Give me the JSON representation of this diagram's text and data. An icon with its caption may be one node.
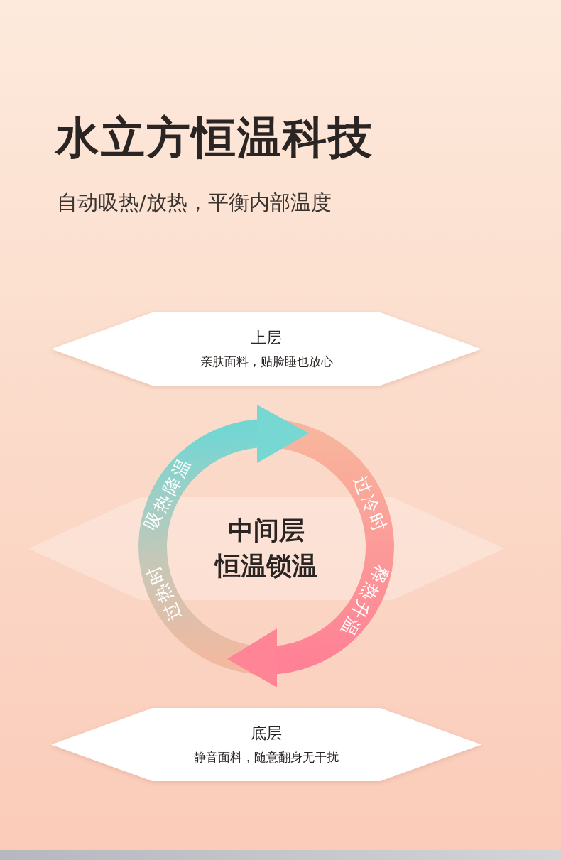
{
  "diagram": {
    "title": "水立方恒温科技",
    "nodes": [
      {
        "text": [
          "上层",
          "亲肤面料，贴脸睡也放心"
        ]
      },
      {
        "text": [
          "中间层",
          "恒温锁温"
        ]
      },
      {
        "text": [
          "底层",
          "静音面料，随意翻身无干扰"
        ]
      }
    ],
    "labels": [
      "自动吸热/放热，平衡内部温度",
      "吸热降温",
      "过热时",
      "过冷时",
      "释热升温"
    ]
  }
}
